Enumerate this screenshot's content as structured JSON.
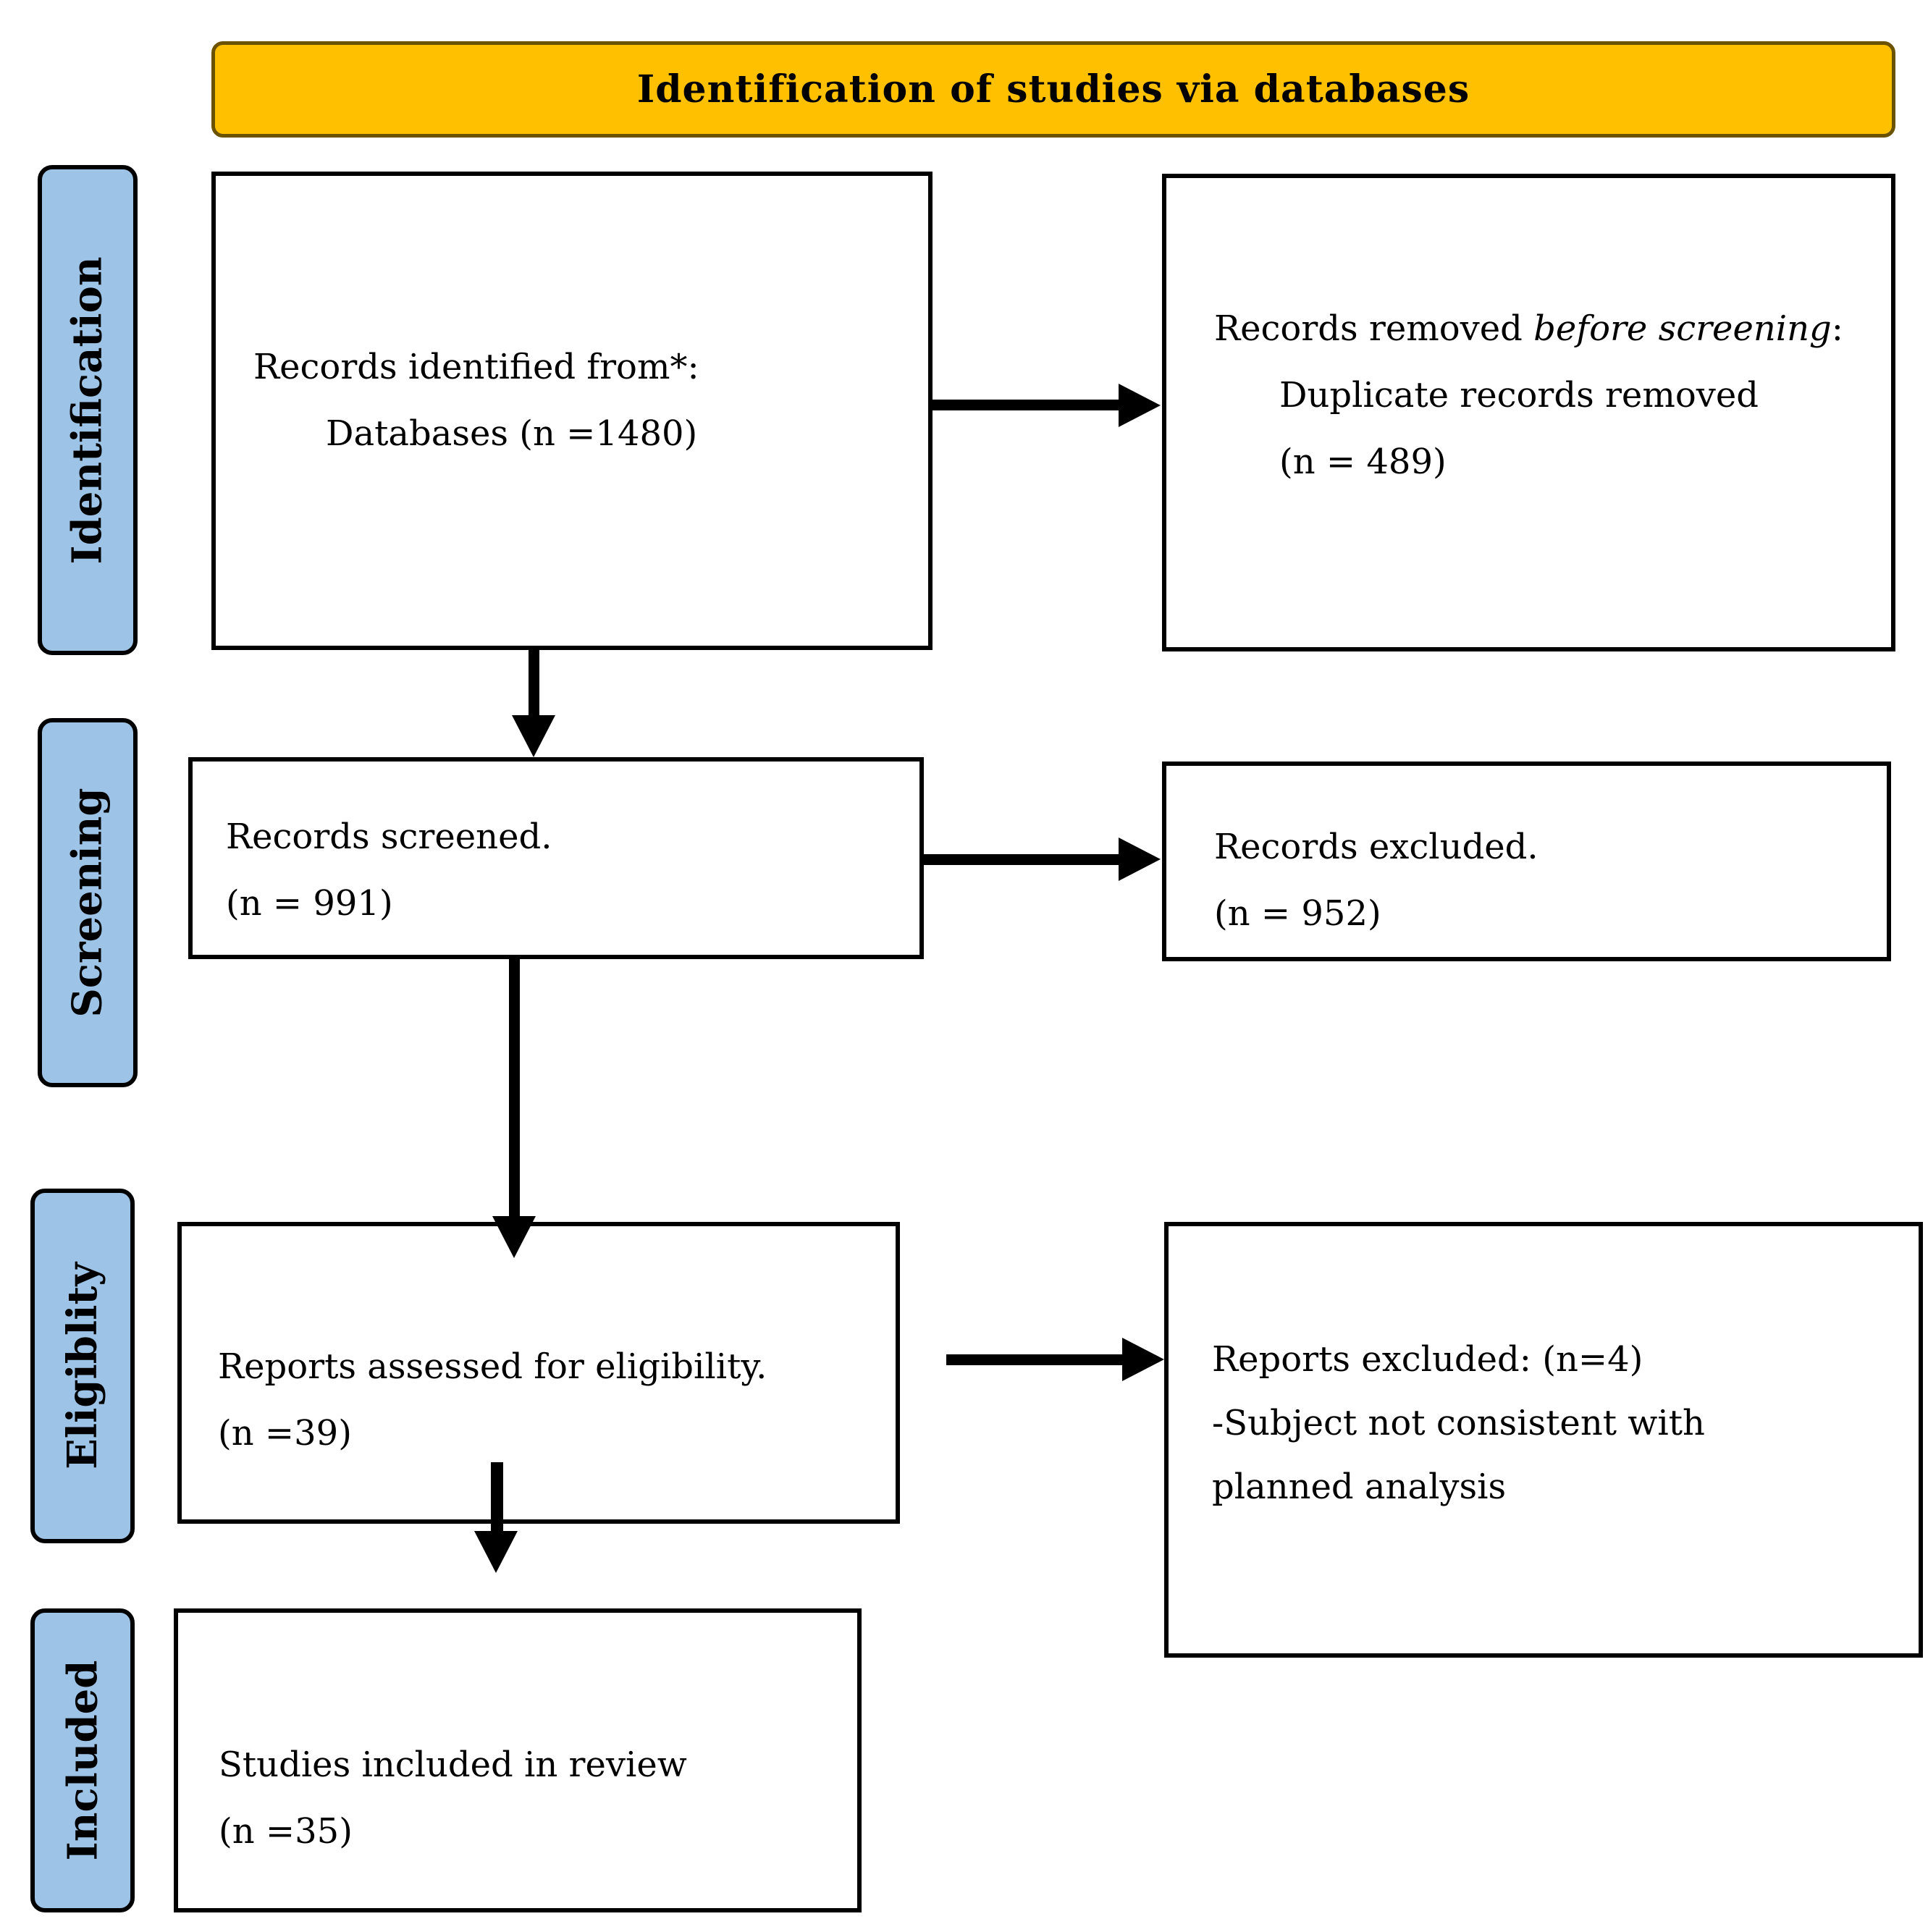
{
  "banner": {
    "title": "Identification of studies via databases"
  },
  "sidebar": {
    "stages": [
      {
        "label": "Identification"
      },
      {
        "label": "Screening"
      },
      {
        "label": "Eligiblity"
      },
      {
        "label": "Included"
      }
    ]
  },
  "boxes": {
    "identified": {
      "line1": "Records identified from*:",
      "line2": "Databases (n =1480)"
    },
    "removed": {
      "line1_prefix": "Records removed ",
      "line1_italic": "before screening",
      "line1_suffix": ":",
      "line2": "Duplicate records removed",
      "line3": "(n = 489)"
    },
    "screened": {
      "line1": "Records screened.",
      "line2": "(n = 991)"
    },
    "excluded": {
      "line1": "Records excluded.",
      "line2": "(n = 952)"
    },
    "assessed": {
      "line1": "Reports assessed for eligibility.",
      "line2": "(n =39)"
    },
    "reports_excluded": {
      "line1": "Reports excluded: (n=4)",
      "line2": "-Subject not consistent with",
      "line3": "planned analysis"
    },
    "included": {
      "line1": "Studies included in review",
      "line2": "(n =35)"
    }
  },
  "colors": {
    "banner_fill": "#FFC000",
    "banner_border": "#6B5200",
    "stage_fill": "#9DC3E6",
    "box_fill": "#FFFFFF",
    "line_color": "#000000",
    "text_color": "#000000"
  }
}
